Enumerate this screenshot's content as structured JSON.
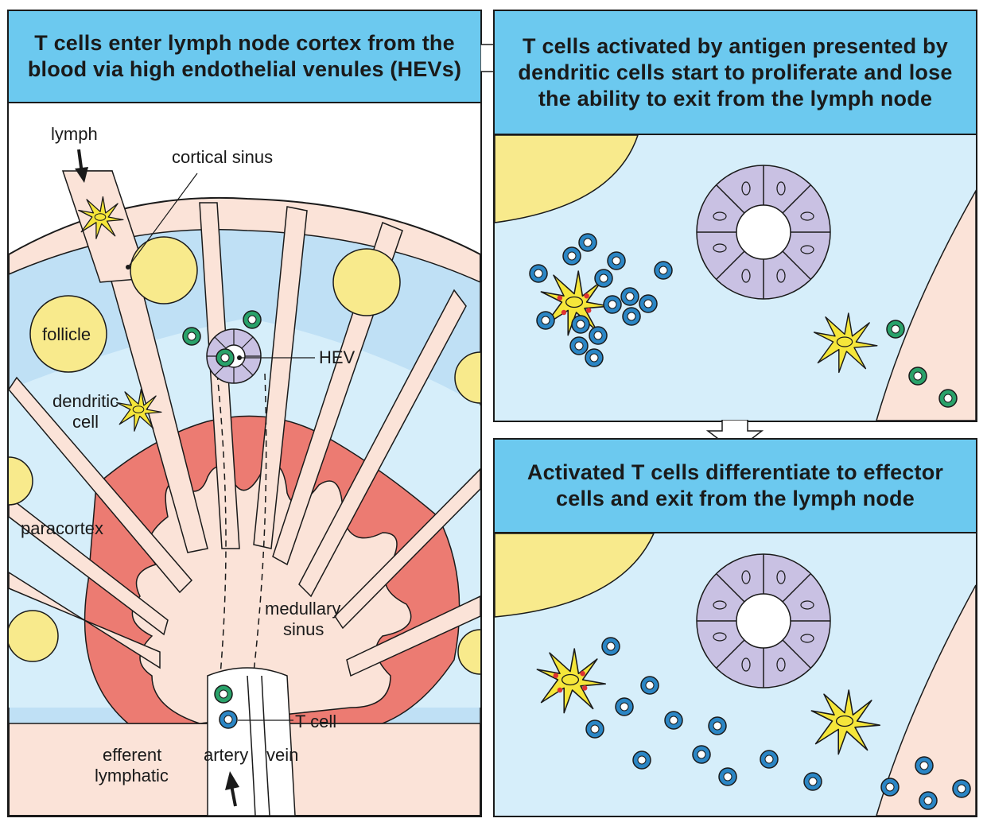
{
  "panels": {
    "p1": {
      "title": "T cells enter lymph node cortex from the\nblood via high endothelial venules (HEVs)",
      "labels": {
        "lymph": "lymph",
        "cortical_sinus": "cortical sinus",
        "follicle": "follicle",
        "hev": "HEV",
        "dendritic_1": "dendritic",
        "dendritic_2": "cell",
        "paracortex": "paracortex",
        "medullary_1": "medullary",
        "medullary_2": "sinus",
        "t_cell": "T cell",
        "efferent_1": "efferent",
        "efferent_2": "lymphatic",
        "artery": "artery",
        "vein": "vein"
      }
    },
    "p2": {
      "title": "T cells activated by antigen presented by\ndendritic cells start to proliferate and lose\nthe ability to exit from the lymph node"
    },
    "p3": {
      "title": "Activated T cells differentiate to effector\ncells and exit from the lymph node"
    }
  },
  "colors": {
    "header": "#6cc9ef",
    "paracortex": "#d6eefa",
    "cortex_light": "#bfe0f5",
    "follicle": "#f8ea8c",
    "sinus": "#fbe3d8",
    "medulla": "#ec7b72",
    "hev": "#c9c1e3",
    "dendritic": "#f5e63a",
    "t_green": "#29a26a",
    "t_blue": "#2b86c5"
  }
}
